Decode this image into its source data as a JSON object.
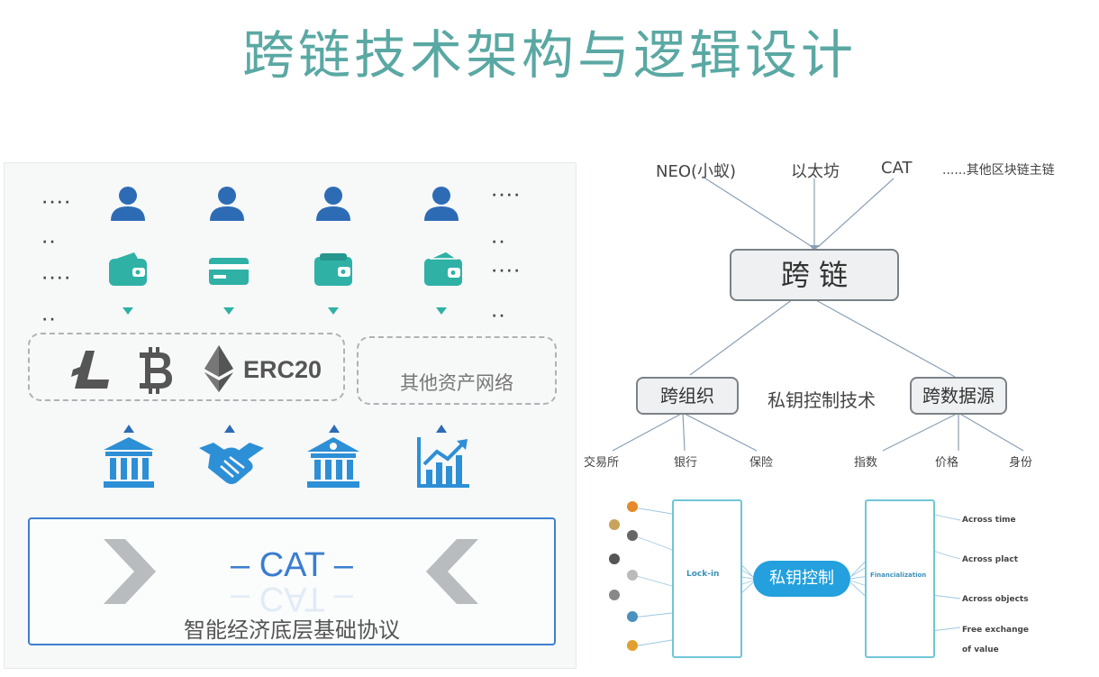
{
  "title": "跨链技术架构与逻辑设计",
  "left": {
    "dots_top": "····",
    "dots_short": "··",
    "erc_label": "ERC20",
    "other_assets": "其他资产网络",
    "cat_title": "– CAT –",
    "cat_subtitle": "智能经济底层基础协议"
  },
  "tree": {
    "chains": [
      "NEO(小蚁)",
      "以太坊",
      "CAT",
      "......其他区块链主链"
    ],
    "root": "跨 链",
    "left_node": "跨组织",
    "middle_text": "私钥控制技术",
    "right_node": "跨数据源",
    "left_leaves": [
      "交易所",
      "银行",
      "保险"
    ],
    "right_leaves": [
      "指数",
      "价格",
      "身份"
    ]
  },
  "mindmap": {
    "left_frame": "Lock-in",
    "center": "私钥控制",
    "right_frame": "Financialization",
    "right_items": [
      "Across time",
      "Across plact",
      "Across objects",
      "Free exchange",
      "of value"
    ]
  },
  "colors": {
    "title": "#5aa8a3",
    "user": "#2d6cb5",
    "wallet": "#2fb1a6",
    "institution": "#2d8fd6",
    "cat_border": "#3f7fcf",
    "pill": "#23a0dd"
  }
}
